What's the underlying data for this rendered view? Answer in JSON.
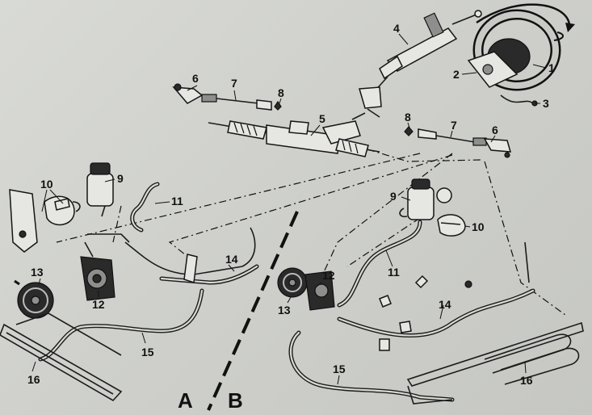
{
  "callouts": {
    "c1": "1",
    "c2": "2",
    "c3": "3",
    "c4": "4",
    "c5": "5",
    "c6a": "6",
    "c7a": "7",
    "c8a": "8",
    "c8b": "8",
    "c7b": "7",
    "c6b": "6",
    "c9a": "9",
    "c10a": "10",
    "c11a": "11",
    "c13a": "13",
    "c12a": "12",
    "c14a": "14",
    "c15a": "15",
    "c16a": "16",
    "c9b": "9",
    "c10b": "10",
    "c11b": "11",
    "c12b": "12",
    "c13b": "13",
    "c14b": "14",
    "c15b": "15",
    "c16b": "16"
  },
  "sections": {
    "a": "A",
    "b": "B"
  },
  "icons": {
    "steering_wheel": "steering-wheel-icon",
    "steering_rack": "steering-rack-icon",
    "pump": "power-steering-pump-icon",
    "reservoir": "fluid-reservoir-icon",
    "cooler": "oil-cooler-icon"
  },
  "colors": {
    "paper": "#cfd0cd",
    "ink": "#111111"
  }
}
